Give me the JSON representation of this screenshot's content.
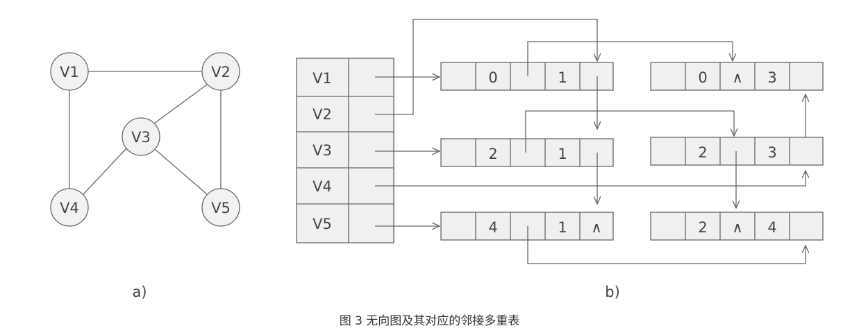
{
  "graph": {
    "nodes": [
      "V1",
      "V2",
      "V3",
      "V4",
      "V5"
    ],
    "edges": [
      [
        "V1",
        "V2"
      ],
      [
        "V1",
        "V4"
      ],
      [
        "V2",
        "V3"
      ],
      [
        "V2",
        "V5"
      ],
      [
        "V3",
        "V4"
      ],
      [
        "V3",
        "V5"
      ]
    ],
    "panel_label": "a)"
  },
  "multilist": {
    "vertices": [
      "V1",
      "V2",
      "V3",
      "V4",
      "V5"
    ],
    "edge_nodes": [
      {
        "ivex": "0",
        "ilink": "",
        "jvex": "1",
        "jlink": ""
      },
      {
        "ivex": "0",
        "ilink": "∧",
        "jvex": "3",
        "jlink": ""
      },
      {
        "ivex": "2",
        "ilink": "",
        "jvex": "1",
        "jlink": ""
      },
      {
        "ivex": "2",
        "ilink": "",
        "jvex": "3",
        "jlink": ""
      },
      {
        "ivex": "4",
        "ilink": "",
        "jvex": "1",
        "jlink": "∧"
      },
      {
        "ivex": "2",
        "ilink": "∧",
        "jvex": "4",
        "jlink": ""
      }
    ],
    "panel_label": "b)"
  },
  "caption": "图 3 无向图及其对应的邻接多重表",
  "colors": {
    "stroke": "#666666",
    "cell_fill": "#f0f0f0",
    "node_fill": "#f2f2f2",
    "text": "#444444"
  }
}
